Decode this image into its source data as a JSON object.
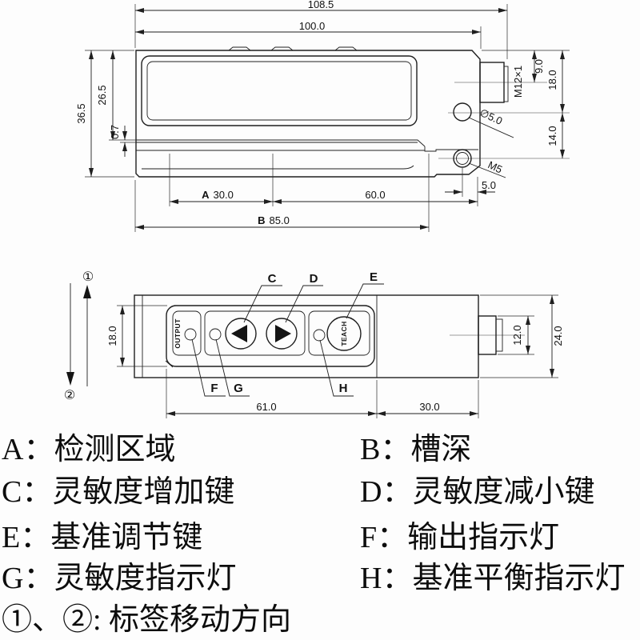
{
  "side_view": {
    "dim_total_length": "108.5",
    "dim_body_length": "100.0",
    "dim_total_height": "36.5",
    "dim_upper_height": "26.5",
    "dim_lip": "0.7",
    "dim_connector_offset": "9.0",
    "dim_hole_offset": "18.0",
    "dim_tap_offset": "14.0",
    "dim_tap_edge": "5.0",
    "dim_mid": "60.0",
    "area_letter": "A",
    "area_value": "30.0",
    "depth_letter": "B",
    "depth_value": "85.0",
    "thread_label": "M12×1",
    "hole_label": "∅5.0",
    "tap_label": "M5"
  },
  "top_view": {
    "dim_panel_height": "18.0",
    "dim_panel_length": "61.0",
    "dim_right_length": "30.0",
    "dim_connector_height": "12.0",
    "dim_body_height": "24.0",
    "output_label": "OUTPUT",
    "teach_label": "TEACH",
    "label_c": "C",
    "label_d": "D",
    "label_e": "E",
    "label_f": "F",
    "label_g": "G",
    "label_h": "H",
    "dir_up": "①",
    "dir_down": "②"
  },
  "legend": {
    "left": [
      "A：检测区域",
      "C：灵敏度增加键",
      "E：基准调节键",
      "G：灵敏度指示灯",
      "①、②: 标签移动方向"
    ],
    "right": [
      "B：槽深",
      "D：灵敏度减小键",
      "F：输出指示灯",
      "H：基准平衡指示灯"
    ]
  },
  "colors": {
    "line": "#1f1f1f",
    "text": "#111111",
    "background": "#ffffff"
  }
}
